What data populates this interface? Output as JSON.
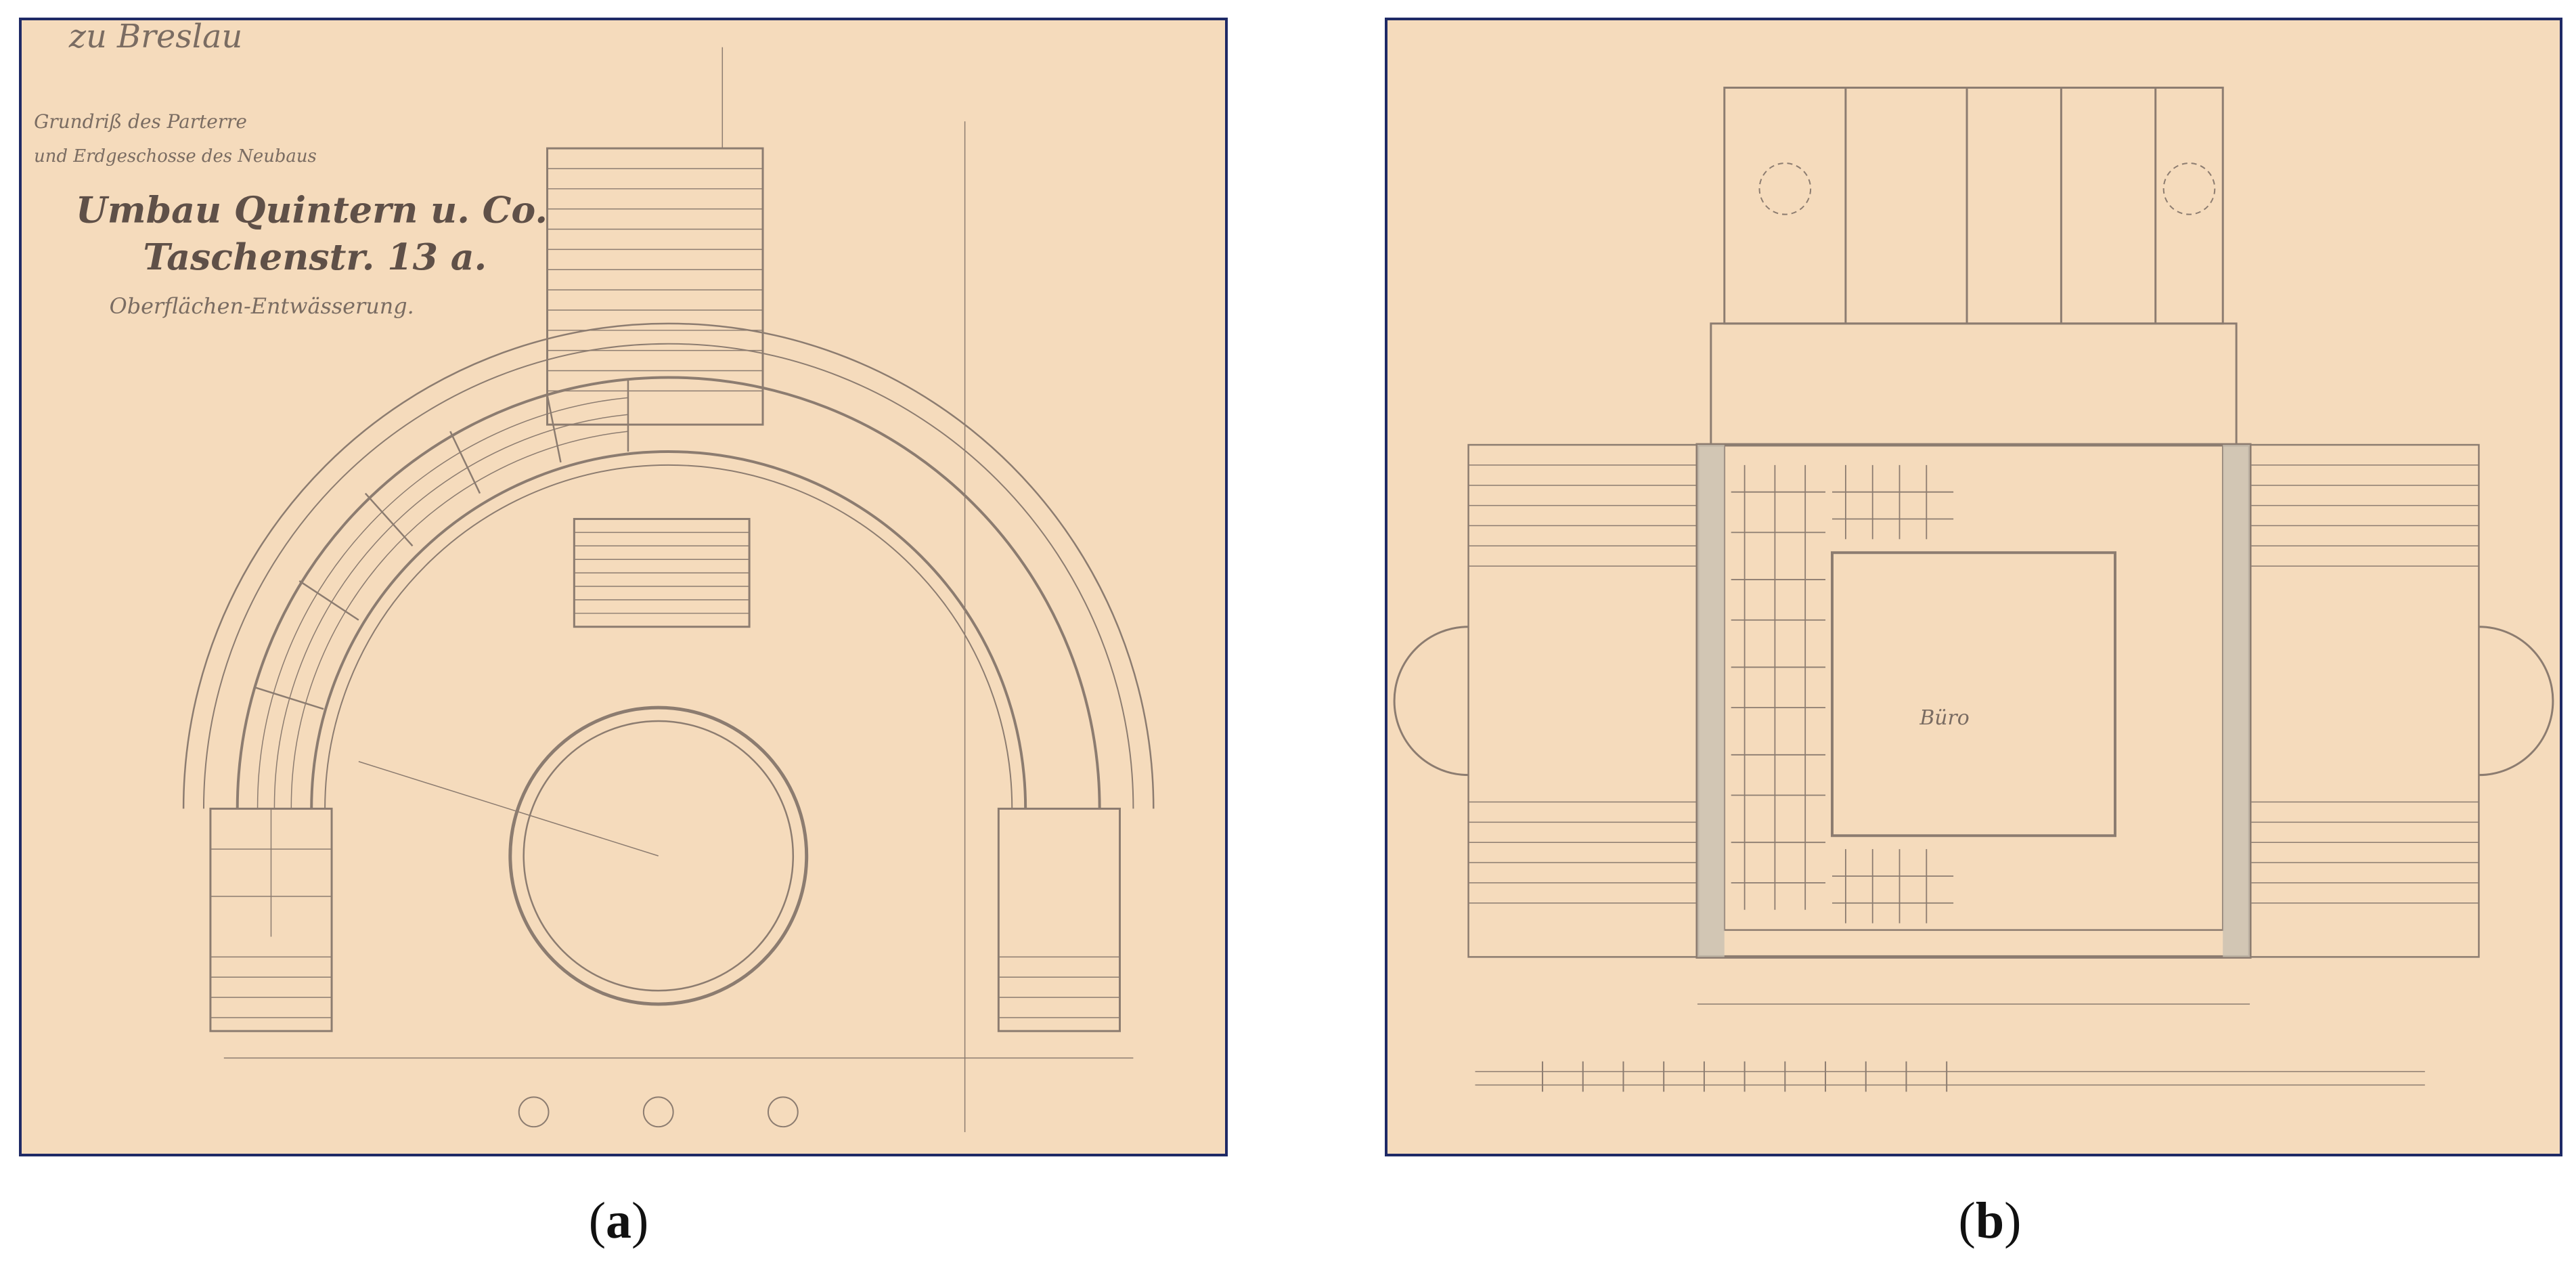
{
  "panels": [
    {
      "id": "a",
      "caption": "a",
      "annotations": {
        "location": "zu Breslau",
        "line1": "Grundriß des Parterre",
        "line2": "und Erdgeschosse des Neubaus",
        "title": "Umbau Quintern u. Co.",
        "address": "Taschenstr. 13 a.",
        "subtitle": "Oberflächen-Entwässerung."
      }
    },
    {
      "id": "b",
      "caption": "b",
      "annotations": {
        "room_label": "Büro"
      }
    }
  ],
  "colors": {
    "paper": "#f5dbbc",
    "frame": "#1f2a66",
    "ink": "#8c7c70",
    "wall_fill": "#c9c1b2"
  }
}
